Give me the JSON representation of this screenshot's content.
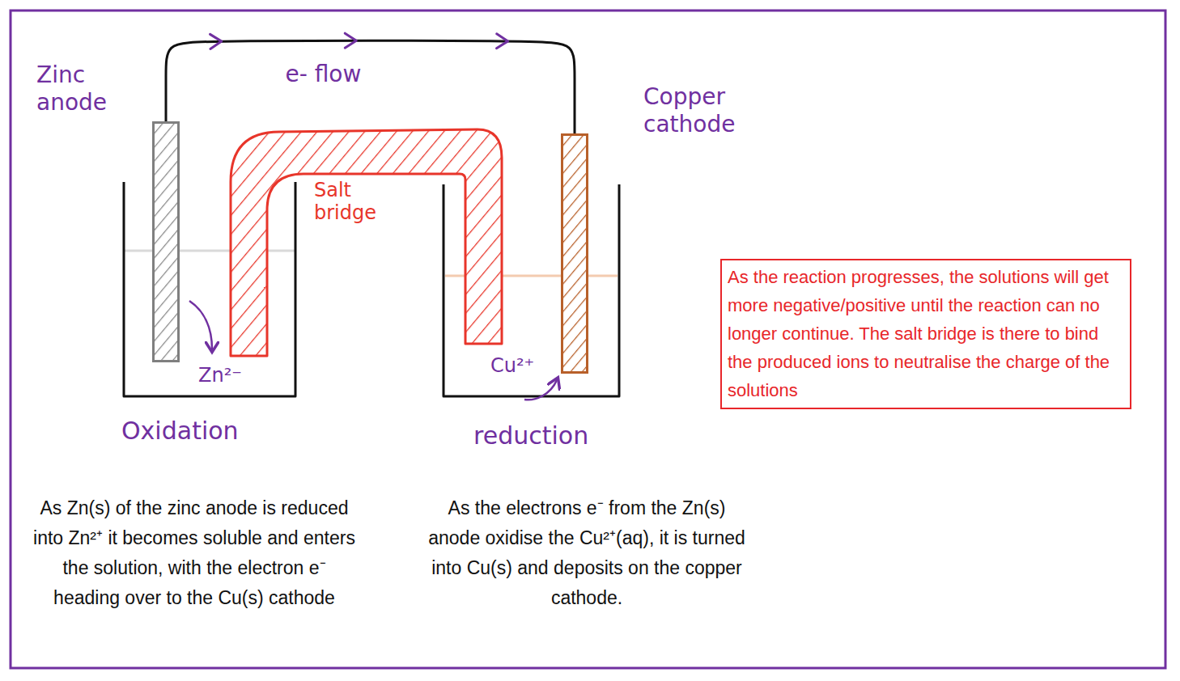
{
  "diagram": {
    "nodes": [
      {
        "text": [
          "Zinc anode"
        ]
      },
      {
        "text": [
          "Salt bridge"
        ]
      },
      {
        "text": [
          "Copper cathode"
        ]
      },
      {
        "text": [
          "As the reaction progresses, the solutions will get more negative/positive until the reaction can no longer continue. The salt bridge is there to bind the produced ions to neutralise the charge of the solutions"
        ]
      }
    ],
    "edges": [
      {
        "from": 0,
        "to": 2,
        "label": "e- flow",
        "arrow": "to"
      }
    ],
    "labels": [
      "Zn²⁻",
      "Cu²⁺",
      "Oxidation",
      "reduction",
      "As Zn(s) of the zinc anode is reduced into Zn²⁺ it becomes soluble and enters the solution, with the electron e⁻ heading over to the Cu(s) cathode",
      "As the electrons e⁻ from the Zn(s) anode oxidise the Cu²⁺(aq), it is turned into Cu(s) and deposits on the copper cathode."
    ]
  }
}
